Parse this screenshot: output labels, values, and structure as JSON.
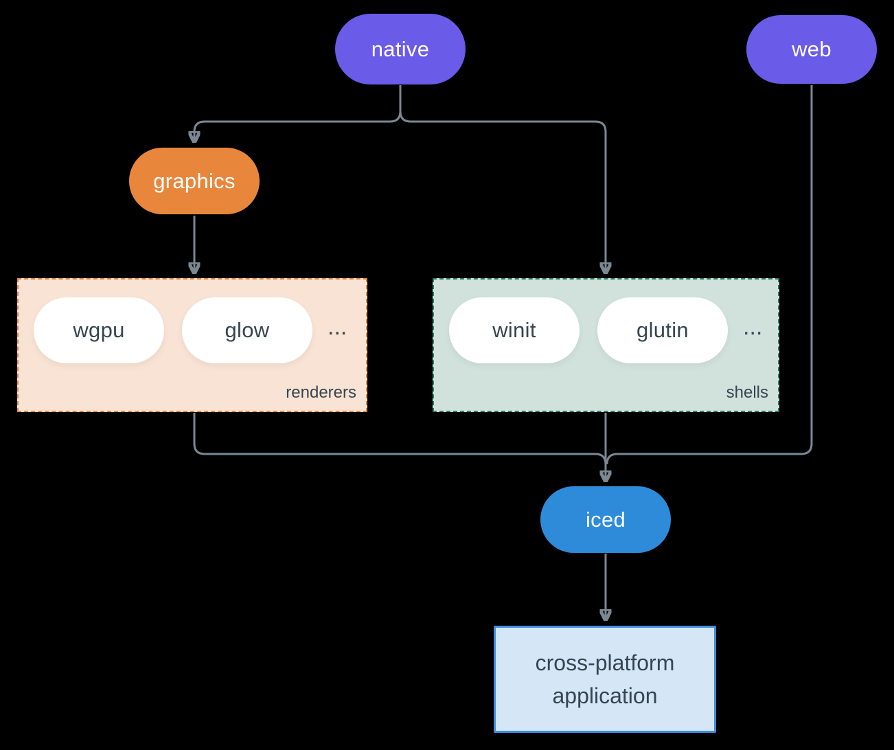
{
  "colors": {
    "background": "#000000",
    "connector": "#7A8894",
    "purple": "#6A5BE9",
    "orange": "#E8873C",
    "iced_blue": "#2E8BD9",
    "renderers_fill": "#F9E3D4",
    "renderers_border": "#E8873C",
    "shells_fill": "#D1E2DD",
    "shells_border": "#2E7D63",
    "app_fill": "#D5E6F7",
    "app_border": "#3E8EDE",
    "dark_text": "#36454F",
    "light_text": "#FFFFFF"
  },
  "nodes": {
    "native": {
      "label": "native"
    },
    "web": {
      "label": "web"
    },
    "graphics": {
      "label": "graphics"
    },
    "iced": {
      "label": "iced"
    },
    "application": {
      "label_line1": "cross-platform",
      "label_line2": "application"
    }
  },
  "groups": {
    "renderers": {
      "label": "renderers",
      "items": [
        "wgpu",
        "glow"
      ],
      "ellipsis": "..."
    },
    "shells": {
      "label": "shells",
      "items": [
        "winit",
        "glutin"
      ],
      "ellipsis": "..."
    }
  }
}
